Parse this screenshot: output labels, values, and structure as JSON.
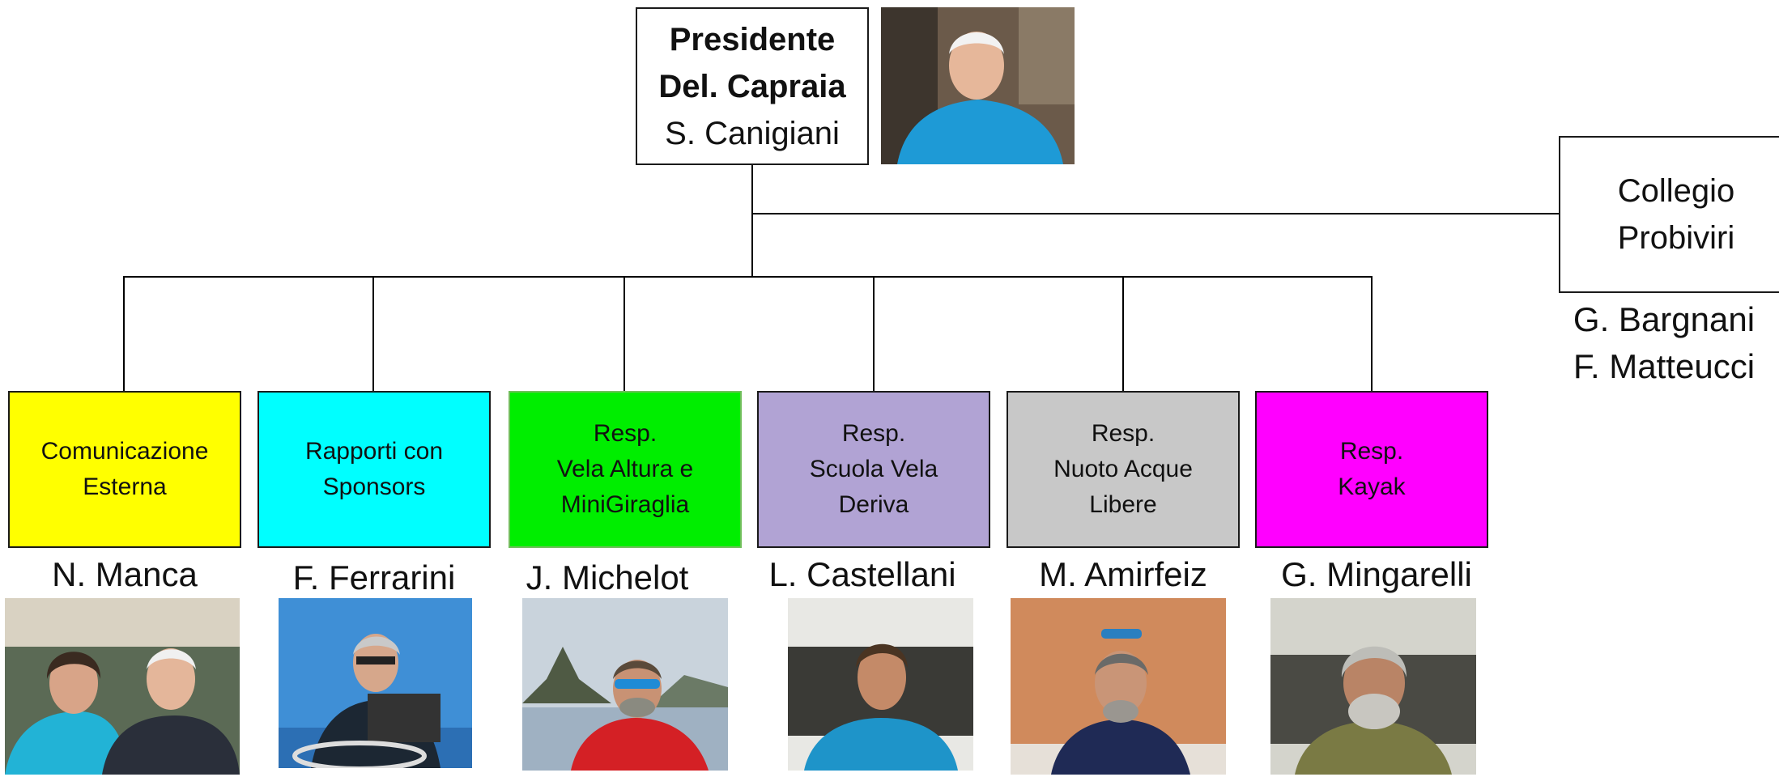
{
  "president": {
    "line1": "Presidente",
    "line2": "Del. Capraia",
    "line3": "S. Canigiani",
    "photo": "president-portrait"
  },
  "collegio": {
    "line1": "Collegio",
    "line2": "Probiviri",
    "member1": "G. Bargnani",
    "member2": "F. Matteucci"
  },
  "units": [
    {
      "lines": [
        "Comunicazione",
        "Esterna"
      ],
      "color": "#ffff00",
      "person": "N. Manca",
      "photo": "two-people-portrait"
    },
    {
      "lines": [
        "Rapporti con",
        "Sponsors"
      ],
      "color": "#00ffff",
      "person": "F. Ferrarini",
      "photo": "sailor-at-helm-portrait"
    },
    {
      "lines": [
        "Resp.",
        "Vela Altura e",
        "MiniGiraglia"
      ],
      "color": "#00ee00",
      "person": "J. Michelot",
      "photo": "sailor-with-sunglasses-portrait"
    },
    {
      "lines": [
        "Resp.",
        "Scuola Vela",
        "Deriva"
      ],
      "color": "#b1a3d4",
      "person": "L. Castellani",
      "photo": "instructor-portrait"
    },
    {
      "lines": [
        "Resp.",
        "Nuoto Acque",
        "Libere"
      ],
      "color": "#c8c8c8",
      "person": "M. Amirfeiz",
      "photo": "swimmer-portrait"
    },
    {
      "lines": [
        "Resp.",
        "Kayak"
      ],
      "color": "#ff00ff",
      "person": "G. Mingarelli",
      "photo": "kayaker-portrait"
    }
  ]
}
